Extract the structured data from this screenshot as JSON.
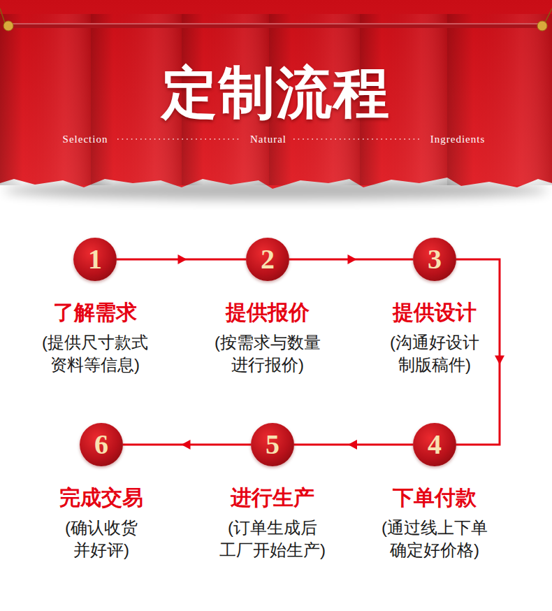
{
  "diagram": {
    "title": "定制流程",
    "nodes": [
      {
        "text": [
          "1",
          "了解需求",
          "(提供尺寸款式 资料等信息)"
        ]
      },
      {
        "text": [
          "2",
          "提供报价",
          "(按需求与数量 进行报价)"
        ]
      },
      {
        "text": [
          "3",
          "提供设计",
          "(沟通好设计 制版稿件)"
        ]
      },
      {
        "text": [
          "4",
          "下单付款",
          "(通过线上下单 确定好价格)"
        ]
      },
      {
        "text": [
          "5",
          "进行生产",
          "(订单生成后 工厂开始生产)"
        ]
      },
      {
        "text": [
          "6",
          "完成交易",
          "(确认收货 并好评)"
        ]
      }
    ],
    "edges": [
      {
        "from": 0,
        "to": 1,
        "arrow": "to"
      },
      {
        "from": 1,
        "to": 2,
        "arrow": "to"
      },
      {
        "from": 2,
        "to": 3,
        "arrow": "to"
      },
      {
        "from": 3,
        "to": 4,
        "arrow": "to"
      },
      {
        "from": 4,
        "to": 5,
        "arrow": "to"
      }
    ],
    "labels": [
      "Selection",
      "Natural",
      "Ingredients"
    ]
  }
}
